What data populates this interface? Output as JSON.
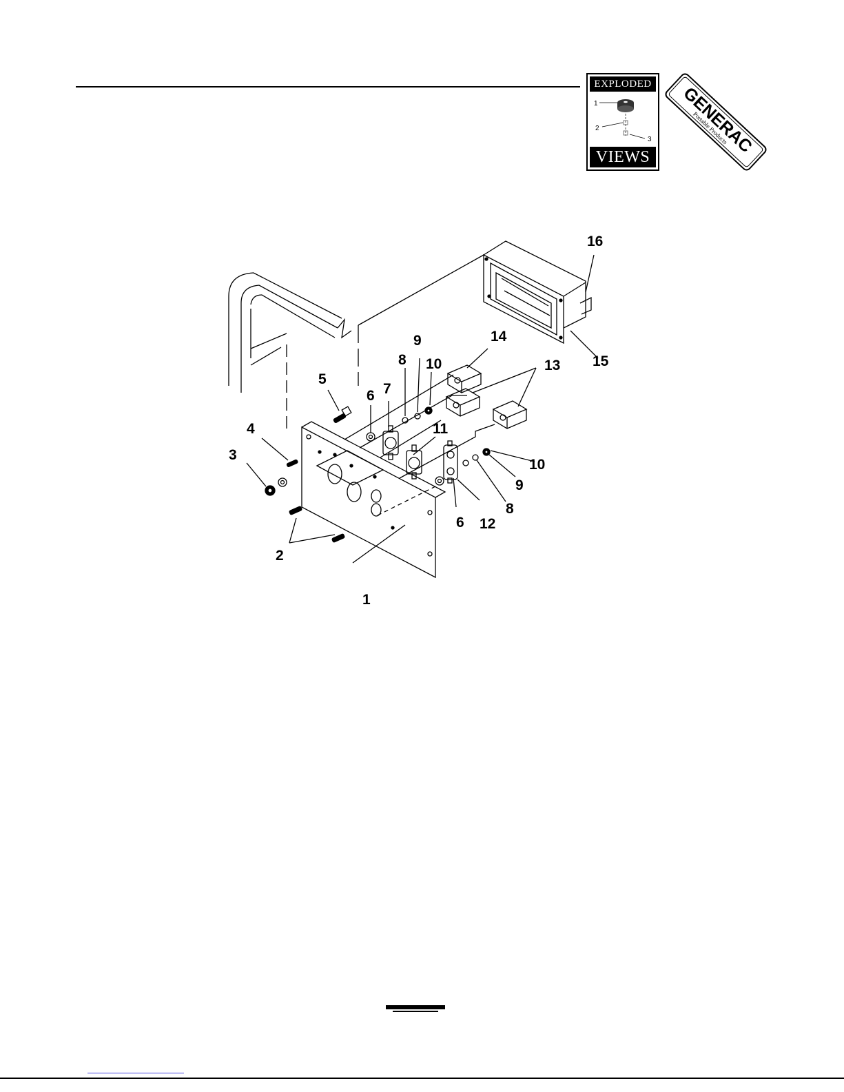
{
  "badge": {
    "top_label": "EXPLODED",
    "bottom_label": "VIEWS",
    "mini_callouts": [
      "1",
      "2",
      "3"
    ]
  },
  "logo": {
    "brand": "GENERAC",
    "tagline": "Portable Products"
  },
  "diagram": {
    "callouts": [
      "1",
      "2",
      "3",
      "4",
      "5",
      "6",
      "7",
      "8",
      "9",
      "10",
      "11",
      "12",
      "13",
      "14",
      "15",
      "16",
      "6",
      "8",
      "9",
      "10"
    ]
  }
}
